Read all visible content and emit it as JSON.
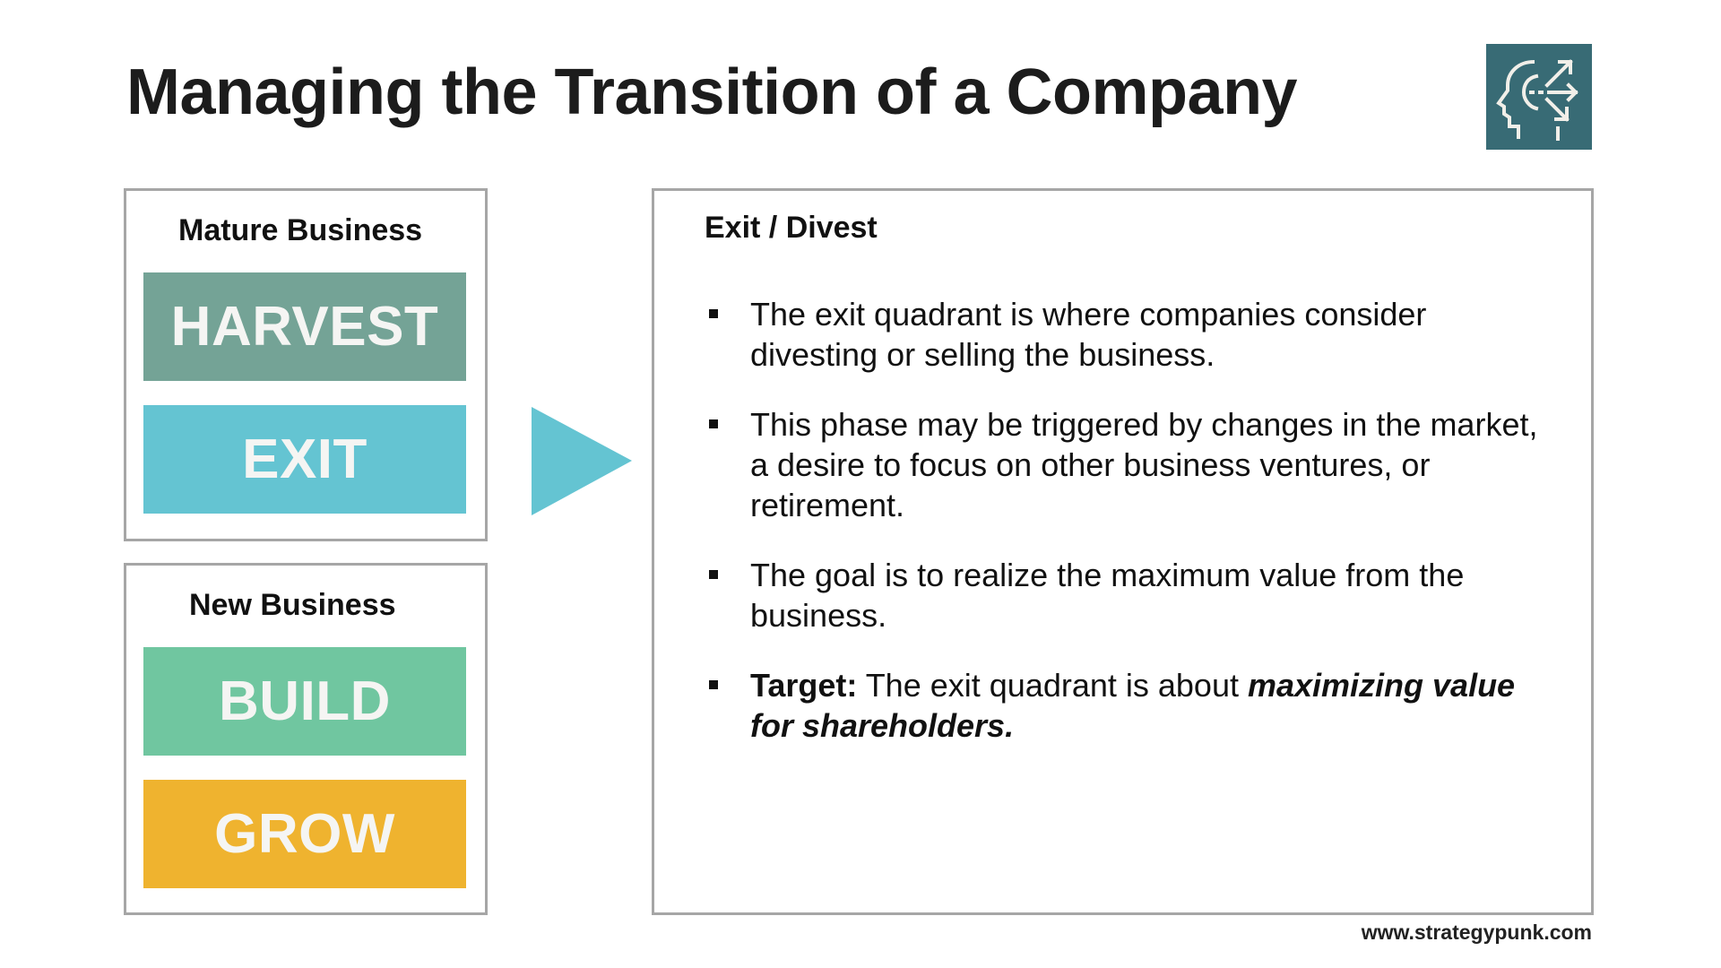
{
  "title": "Managing the Transition of a Company",
  "logo_icon": "head-with-arrows-icon",
  "colors": {
    "harvest": "#74a396",
    "exit": "#64c4d2",
    "build": "#70c6a0",
    "grow": "#efb32f",
    "icon_bg": "#386b75",
    "border": "#a6a6a6"
  },
  "mature_business": {
    "label": "Mature Business",
    "bars": [
      {
        "label": "HARVEST"
      },
      {
        "label": "EXIT"
      }
    ]
  },
  "new_business": {
    "label": "New Business",
    "bars": [
      {
        "label": "BUILD"
      },
      {
        "label": "GROW"
      }
    ]
  },
  "arrow_icon": "triangle-right-icon",
  "panel": {
    "heading": "Exit / Divest",
    "bullets": [
      {
        "text": "The exit quadrant is where companies consider divesting or selling the business."
      },
      {
        "text": "This phase may be triggered by changes in the market, a desire to focus on other business ventures, or retirement."
      },
      {
        "text": "The goal is to realize the maximum value from the business."
      },
      {
        "bold_prefix": "Target:",
        "text": " The exit quadrant is about ",
        "emphasis": "maximizing value for shareholders."
      }
    ]
  },
  "footer": "www.strategypunk.com"
}
